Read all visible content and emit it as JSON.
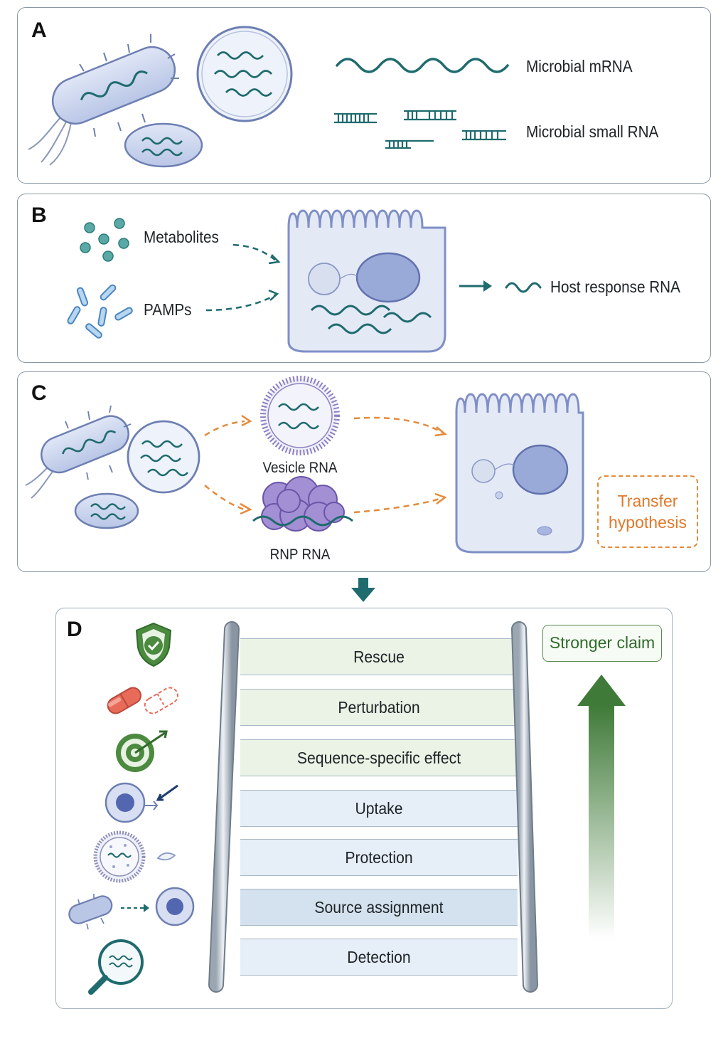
{
  "panels": {
    "a": {
      "letter": "A",
      "mrna_label": "Microbial mRNA",
      "srna_label": "Microbial small RNA"
    },
    "b": {
      "letter": "B",
      "metabolites_label": "Metabolites",
      "pamps_label": "PAMPs",
      "host_label": "Host response RNA"
    },
    "c": {
      "letter": "C",
      "vesicle_label": "Vesicle RNA",
      "rnp_label": "RNP RNA",
      "hypothesis_line1": "Transfer",
      "hypothesis_line2": "hypothesis"
    },
    "d": {
      "letter": "D",
      "claim_label": "Stronger claim",
      "ladder": [
        {
          "label": "Rescue",
          "tone": "green",
          "icon": "shield-check-icon"
        },
        {
          "label": "Perturbation",
          "tone": "green",
          "icon": "pill-icon"
        },
        {
          "label": "Sequence-specific effect",
          "tone": "green",
          "icon": "target-icon"
        },
        {
          "label": "Uptake",
          "tone": "blue",
          "icon": "cell-uptake-icon"
        },
        {
          "label": "Protection",
          "tone": "blue",
          "icon": "vesicle-icon"
        },
        {
          "label": "Source assignment",
          "tone": "blue-dark",
          "icon": "bacterium-to-cell-icon"
        },
        {
          "label": "Detection",
          "tone": "blue",
          "icon": "magnifier-icon"
        }
      ]
    }
  },
  "colors": {
    "teal": "#1f6b6e",
    "orange": "#e58a3a",
    "green": "#3f7a38",
    "cell_fill": "#e4e9f6",
    "cell_stroke": "#7f8fc6"
  }
}
